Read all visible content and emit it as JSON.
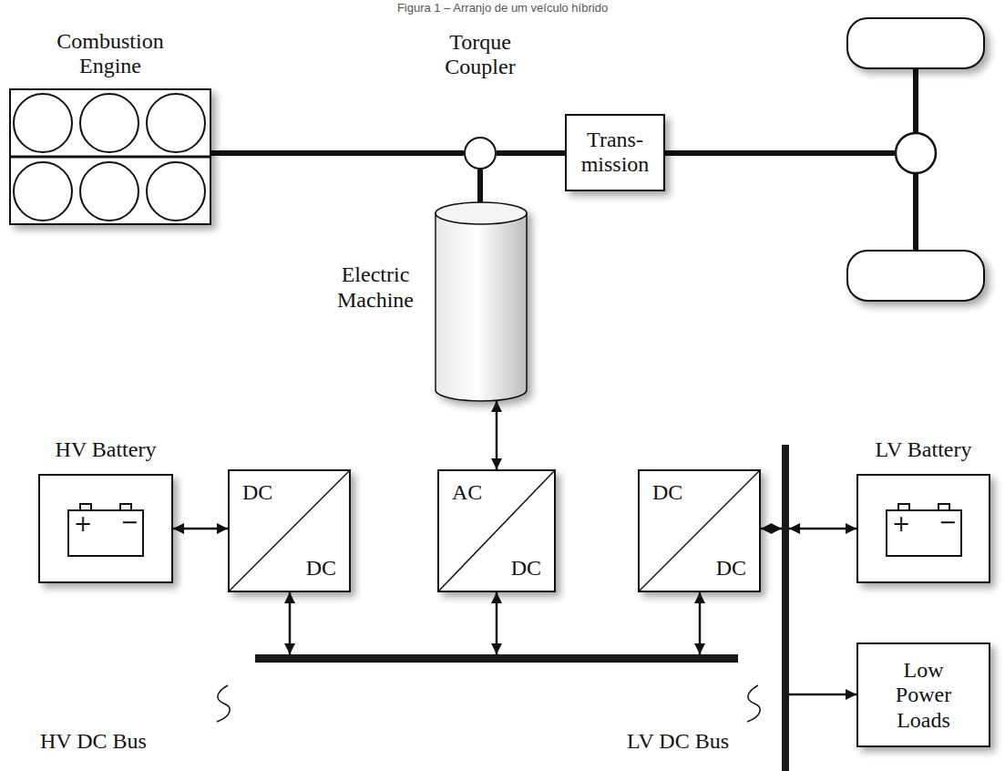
{
  "diagram": {
    "title": "Figura 1 – Arranjo de um veículo híbrido",
    "nodes": [
      {
        "text": [
          "Combustion Engine"
        ]
      },
      {
        "text": [
          "Torque Coupler"
        ]
      },
      {
        "text": [
          "Trans- mission"
        ]
      },
      {
        "text": [
          "Electric Machine"
        ]
      },
      {
        "text": [
          "HV Battery"
        ]
      },
      {
        "text": [
          "DC",
          "DC"
        ]
      },
      {
        "text": [
          "AC",
          "DC"
        ]
      },
      {
        "text": [
          "DC",
          "DC"
        ]
      },
      {
        "text": [
          "LV DC Bus"
        ]
      },
      {
        "text": [
          "LV Battery"
        ]
      },
      {
        "text": [
          "Low Power Loads"
        ]
      },
      {
        "text": [
          "HV DC Bus"
        ]
      }
    ],
    "edges": [
      {
        "from": 0,
        "to": 1,
        "arrow": "none"
      },
      {
        "from": 1,
        "to": 2,
        "arrow": "none"
      },
      {
        "from": 3,
        "to": 1,
        "arrow": "none"
      },
      {
        "from": 3,
        "to": 6,
        "arrow": "both"
      },
      {
        "from": 4,
        "to": 5,
        "arrow": "both"
      },
      {
        "from": 5,
        "to": 11,
        "arrow": "both"
      },
      {
        "from": 6,
        "to": 11,
        "arrow": "both"
      },
      {
        "from": 7,
        "to": 11,
        "arrow": "both"
      },
      {
        "from": 7,
        "to": 8,
        "arrow": "both"
      },
      {
        "from": 8,
        "to": 9,
        "arrow": "both"
      },
      {
        "from": 8,
        "to": 10,
        "arrow": "to"
      }
    ],
    "labels": [
      "+",
      "−",
      "+",
      "−"
    ]
  }
}
